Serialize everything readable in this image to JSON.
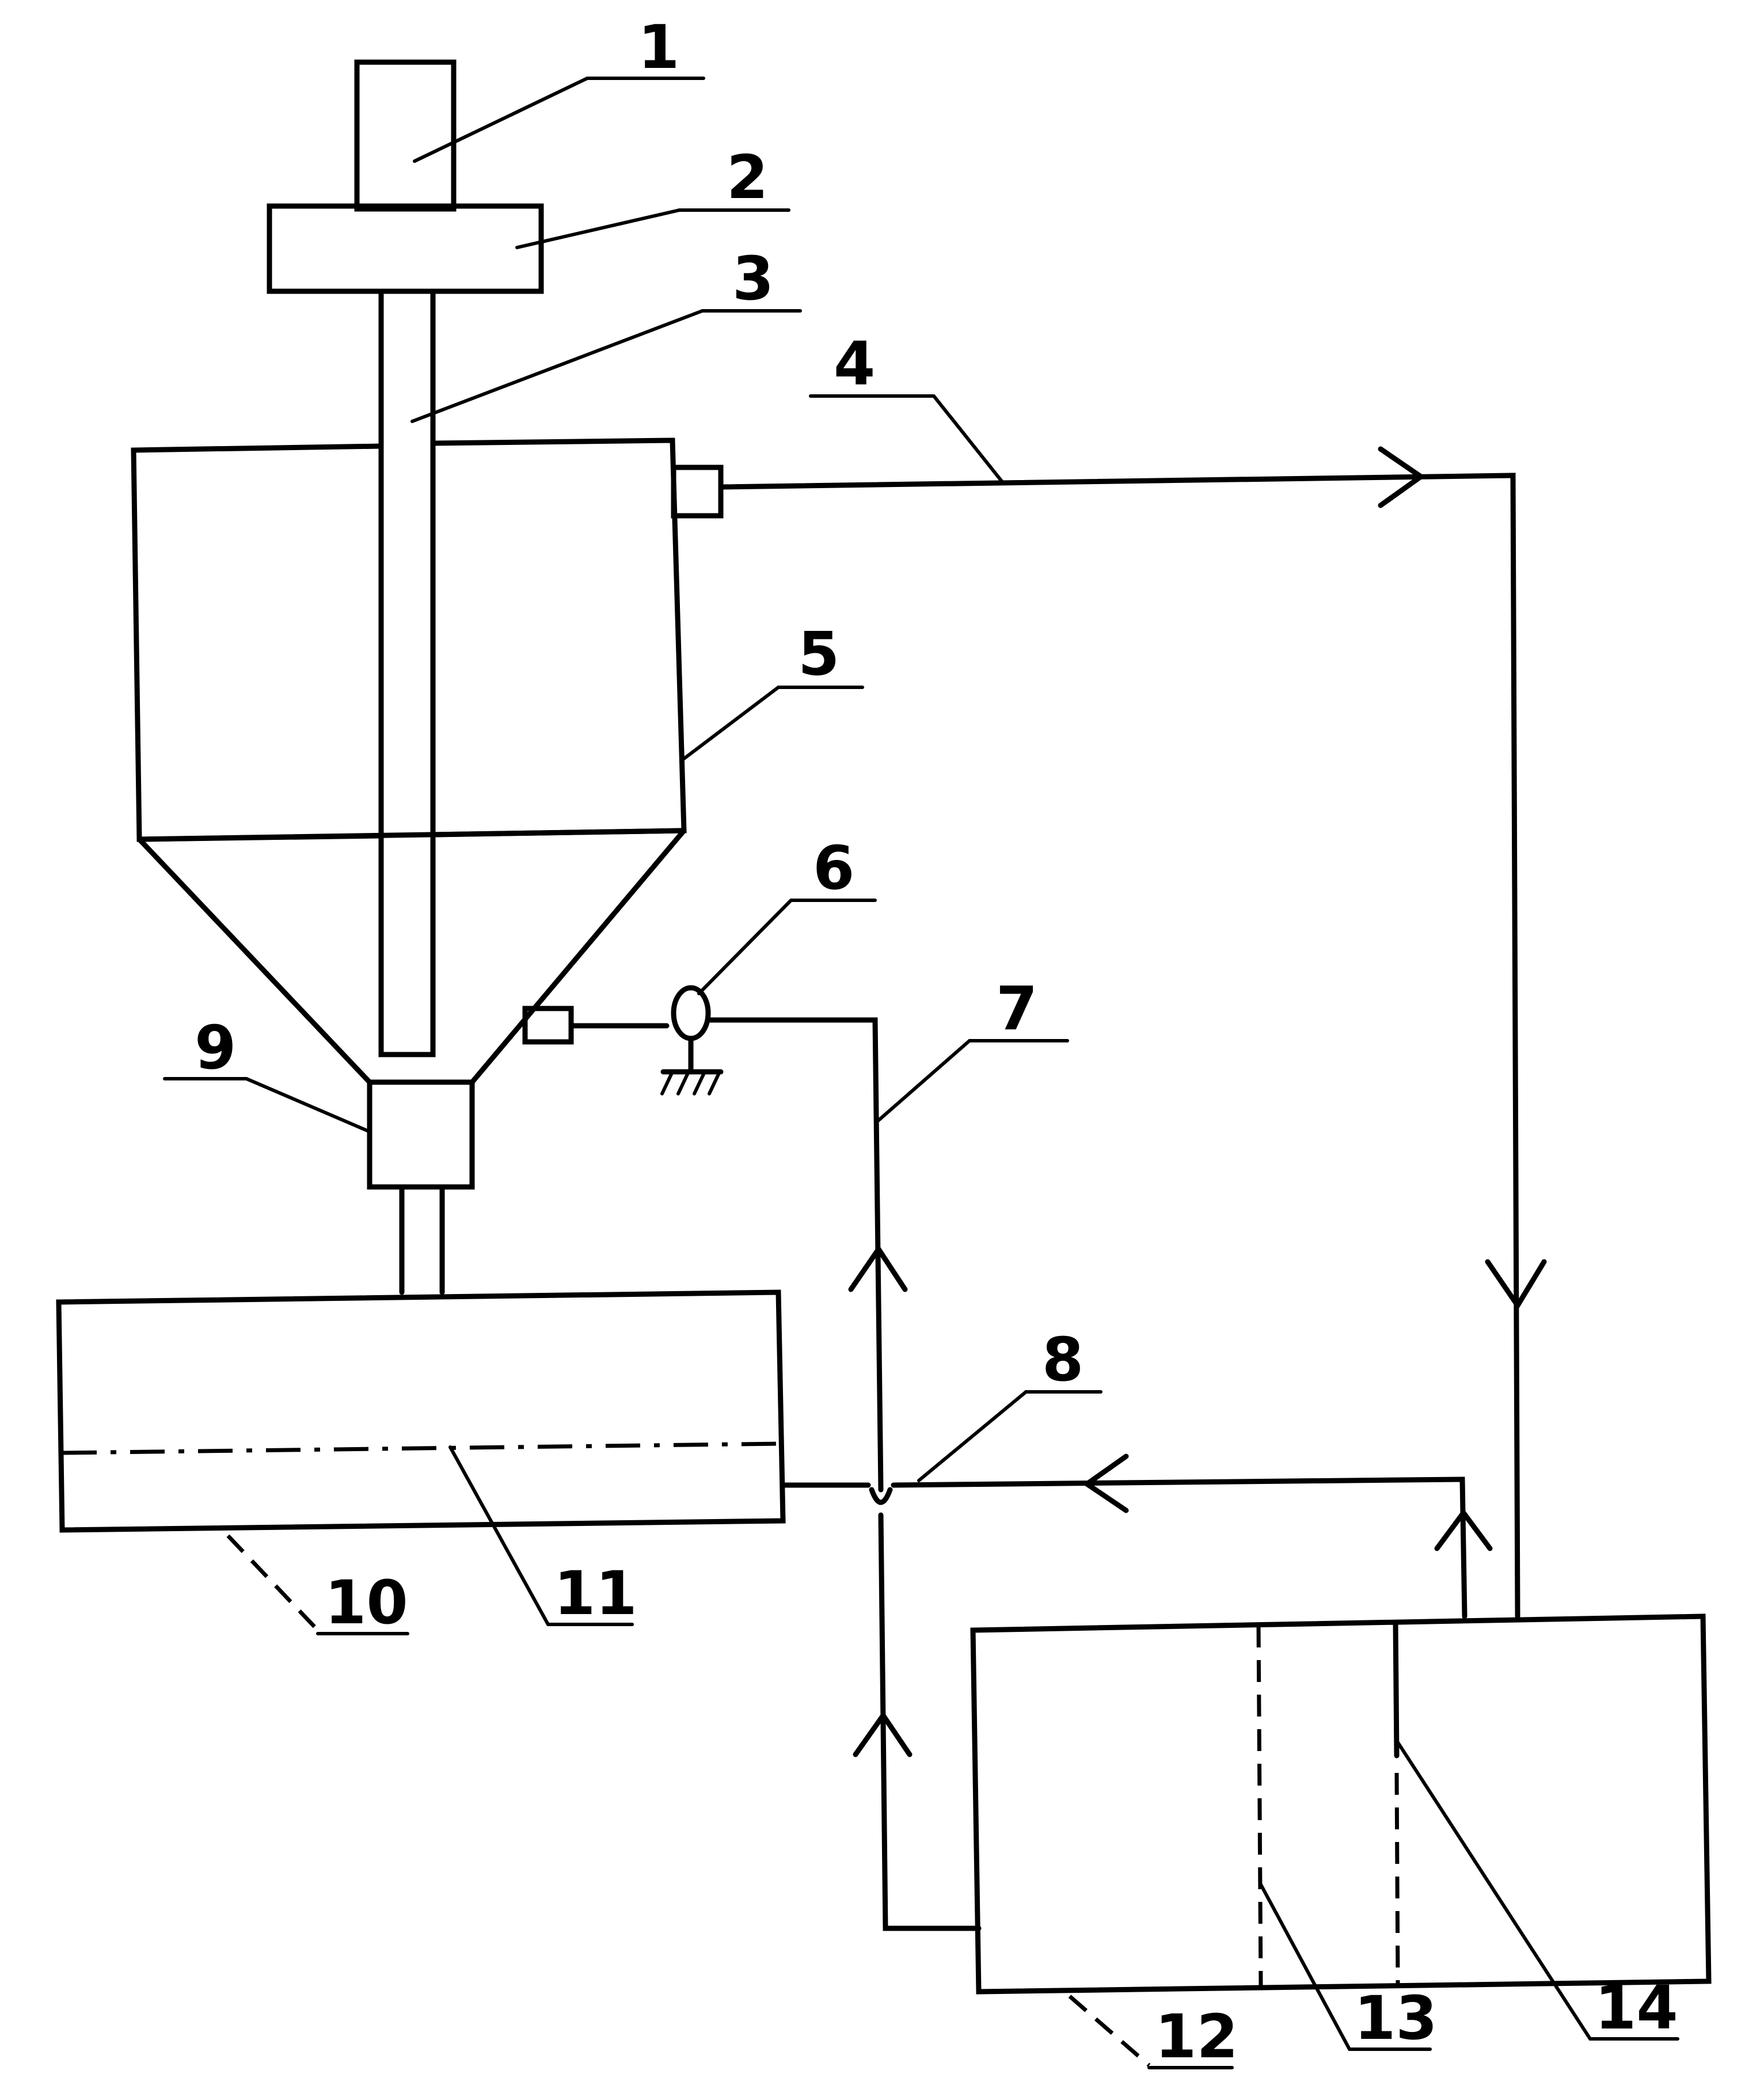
{
  "labels": {
    "l1": "1",
    "l2": "2",
    "l3": "3",
    "l4": "4",
    "l5": "5",
    "l6": "6",
    "l7": "7",
    "l8": "8",
    "l9": "9",
    "l10": "10",
    "l11": "11",
    "l12": "12",
    "l13": "13",
    "l14": "14"
  },
  "stroke_color": "#000000",
  "background_color": "#ffffff"
}
